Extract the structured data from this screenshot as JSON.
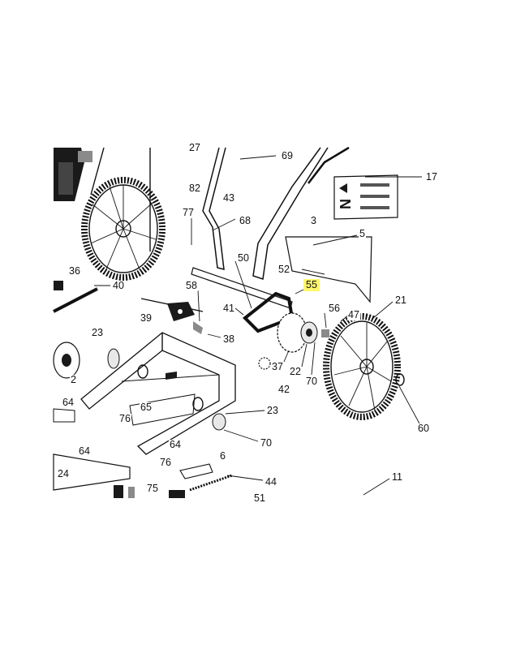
{
  "part_labels": [
    {
      "id": "17",
      "text": "17"
    },
    {
      "id": "27",
      "text": "27"
    },
    {
      "id": "69",
      "text": "69"
    },
    {
      "id": "82",
      "text": "82"
    },
    {
      "id": "43",
      "text": "43"
    },
    {
      "id": "3",
      "text": "3"
    },
    {
      "id": "77",
      "text": "77"
    },
    {
      "id": "68",
      "text": "68"
    },
    {
      "id": "5",
      "text": "5"
    },
    {
      "id": "36",
      "text": "36"
    },
    {
      "id": "40",
      "text": "40"
    },
    {
      "id": "50",
      "text": "50"
    },
    {
      "id": "52",
      "text": "52"
    },
    {
      "id": "55",
      "text": "55"
    },
    {
      "id": "58",
      "text": "58"
    },
    {
      "id": "41",
      "text": "41"
    },
    {
      "id": "56",
      "text": "56"
    },
    {
      "id": "47",
      "text": "47"
    },
    {
      "id": "21",
      "text": "21"
    },
    {
      "id": "39",
      "text": "39"
    },
    {
      "id": "23a",
      "text": "23"
    },
    {
      "id": "38",
      "text": "38"
    },
    {
      "id": "37",
      "text": "37"
    },
    {
      "id": "22",
      "text": "22"
    },
    {
      "id": "70a",
      "text": "70"
    },
    {
      "id": "42",
      "text": "42"
    },
    {
      "id": "2",
      "text": "2"
    },
    {
      "id": "65",
      "text": "65"
    },
    {
      "id": "64a",
      "text": "64"
    },
    {
      "id": "76a",
      "text": "76"
    },
    {
      "id": "23b",
      "text": "23"
    },
    {
      "id": "60",
      "text": "60"
    },
    {
      "id": "64b",
      "text": "64"
    },
    {
      "id": "70b",
      "text": "70"
    },
    {
      "id": "64c",
      "text": "64"
    },
    {
      "id": "6",
      "text": "6"
    },
    {
      "id": "24",
      "text": "24"
    },
    {
      "id": "76b",
      "text": "76"
    },
    {
      "id": "75",
      "text": "75"
    },
    {
      "id": "44",
      "text": "44"
    },
    {
      "id": "11",
      "text": "11"
    },
    {
      "id": "51",
      "text": "51"
    }
  ],
  "highlight": {
    "part": "55",
    "color": "#fdf56b"
  }
}
